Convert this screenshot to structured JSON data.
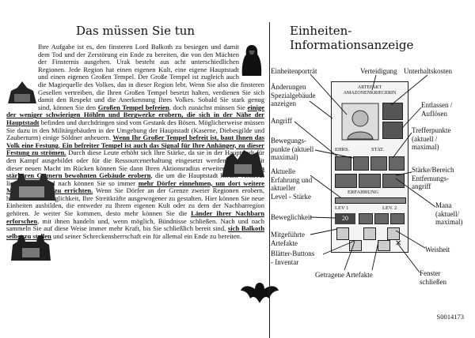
{
  "left": {
    "title": "Das müssen Sie tun",
    "p1": "Ihre Aufgabe ist es, den finsteren Lord Balkoth zu besiegen und damit dem Tod und der Zerstörung ein Ende zu bereiten, die von den Mächten der Finsternis ausgehen. Urak besteht aus acht unterschiedlichen Regionen. Jede Region hat einen eigenen Kult, eine eigene Hauptstadt und einen eigenen Großen Tempel. Der Große Tempel ist zugleich auch die Magiequelle des Volkes, das in dieser Region lebt. Wenn Sie also die finsteren Gesellen vertreiben, die Ihren Großen Tempel besetzt halten, verdienen Sie sich damit den Respekt und die Anerkennung Ihres Volkes. Sobald Sie stark genug sind, können Sie den",
    "u1": "Großen Tempel befreien",
    "p2": ", doch zunächst müssen Sie",
    "u2": "einige der weniger schwierigen Höhlen und Bergwerke erobern, die sich in der Nähe der Hauptstadt",
    "p3": "befinden und durchdringen sind vom Gestank des Bösen. Möglicherweise müssen Sie dazu in den Militärgebäuden in der Umgebung der Hauptstadt (Kaserne, Diebesgilde und Zauberturm) einige Söldner anheuern.",
    "u3": "Wenn Ihr Großer Tempel befreit ist, baut Ihnen das Volk eine Festung. Ein befreiter Tempel ist auch das Signal für Ihre Anhänger, zu dieser Festung zu strömen.",
    "p4": "Durch diese Leute erhöht sich Ihre Stärke, da sie in der Hauptstadt für den Kampf ausgebildet oder für die Ressourcenerhaltung eingesetzt werden können. Mit dieser neuen Macht im Rücken können Sie dann Ihren Aktionsradius erweitern und die",
    "u4": "von stärkeren Gegnern bewohnten Gebäude erobern",
    "p5": ", die um die Hauptstadt herum verstreut liegen. Nach und nach können Sie so immer",
    "u5": "mehr Dörfer einnehmen, um dort weitere Militärgebäude zu errichten.",
    "p6": "Wenn Sie Dörfer an der Grenze zweier Regionen erobern, haben Sie die Möglichkeit, Ihre Streitkräfte ausgewogener zu gestalten. Hier können Sie neue Einheiten ausbilden, die entweder zu Ihrem eigenen Kult oder zu dem der Nachbarregion gehören. Je weiter Sie kommen, desto mehr können Sie die",
    "u6": "Länder Ihrer Nachbarn erforschen",
    "p7": ", mit ihnen handeln und, wenn möglich, Bündnisse schließen. Nach und nach sammeln Sie auf diese Weise immer mehr Kraft, bis Sie schließlich bereit sind,",
    "u7": "sich Balkoth selbst zu stellen",
    "p8": "und seiner Schreckensherrschaft ein für allemal ein Ende zu bereiten."
  },
  "right": {
    "title": "Einheiten-Informationsanzeige",
    "labels": {
      "portrait": "Einheitenporträt",
      "defense": "Verteidigung",
      "upkeep": "Unterhaltskosten",
      "changes": "Änderungen\nSpezialgebäude\nanzeigen",
      "dismiss": "Entlassen /\nAuflösen",
      "attack": "Angriff",
      "hitpoints": "Trefferpunkte\n(aktuell /\nmaximal)",
      "movement": "Bewegungs-\npunkte (aktuell\nmaximal)",
      "strength": "Stärke/Bereich\nEntfernungs-\nangriff",
      "experience": "Aktuelle\nErfahrung und\naktueller\nLevel - Stärke",
      "mana": "Mana\n(aktuell/\nmaximal)",
      "mobility": "Beweglichkeit",
      "carried": "Mitgeführte\nArtefakte",
      "wisdom": "Weisheit",
      "inventory": "Blätter-Buttons\n- Inventar",
      "close": "Fenster\nschließen",
      "worn": "Getragene Artefakte"
    },
    "panel": {
      "header": "ARTEFAKT AMAZONENKRIEGERIN",
      "ehrs": "EHRS.",
      "stat": "STAT.",
      "erfahrung": "ERFAHRUNG",
      "lev1": "LEV 1",
      "lev2": "LEV. 2",
      "num": "20"
    },
    "code": "S0014173"
  }
}
